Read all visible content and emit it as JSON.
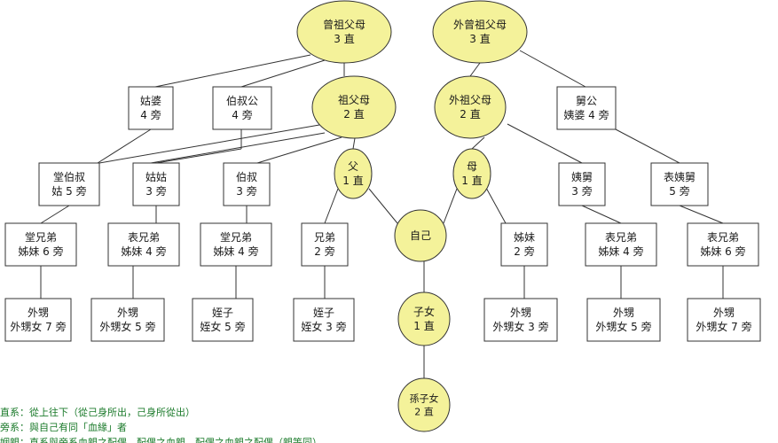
{
  "circles": [
    {
      "id": "great-grandparents",
      "lines": [
        "曾祖父母",
        "3 直"
      ]
    },
    {
      "id": "maternal-great-grandparents",
      "lines": [
        "外曾祖父母",
        "3 直"
      ]
    },
    {
      "id": "grandparents",
      "lines": [
        "祖父母",
        "2 直"
      ]
    },
    {
      "id": "maternal-grandparents",
      "lines": [
        "外祖父母",
        "2 直"
      ]
    },
    {
      "id": "father",
      "lines": [
        "父",
        "1 直"
      ]
    },
    {
      "id": "mother",
      "lines": [
        "母",
        "1 直"
      ]
    },
    {
      "id": "self",
      "lines": [
        "自己"
      ]
    },
    {
      "id": "children",
      "lines": [
        "子女",
        "1 直"
      ]
    },
    {
      "id": "grandchildren",
      "lines": [
        "孫子女",
        "2 直"
      ]
    }
  ],
  "boxes": [
    {
      "id": "grand-aunt-paternal",
      "lines": [
        "姑婆",
        "4 旁"
      ]
    },
    {
      "id": "grand-uncle-paternal",
      "lines": [
        "伯叔公",
        "4 旁"
      ]
    },
    {
      "id": "great-uncle-mother-side",
      "lines": [
        "舅公",
        "姨婆 4 旁"
      ]
    },
    {
      "id": "father-cousins",
      "lines": [
        "堂伯叔",
        "姑 5 旁"
      ]
    },
    {
      "id": "aunt-paternal",
      "lines": [
        "姑姑",
        "3 旁"
      ]
    },
    {
      "id": "uncle-paternal",
      "lines": [
        "伯叔",
        "3 旁"
      ]
    },
    {
      "id": "aunt-uncle-maternal",
      "lines": [
        "姨舅",
        "3 旁"
      ]
    },
    {
      "id": "mother-cousins",
      "lines": [
        "表姨舅",
        "5 旁"
      ]
    },
    {
      "id": "second-cousins-paternal",
      "lines": [
        "堂兄弟",
        "姊妹 6 旁"
      ]
    },
    {
      "id": "cousins-via-aunt",
      "lines": [
        "表兄弟",
        "姊妹 4 旁"
      ]
    },
    {
      "id": "cousins-via-uncle",
      "lines": [
        "堂兄弟",
        "姊妹 4 旁"
      ]
    },
    {
      "id": "brothers",
      "lines": [
        "兄弟",
        "2 旁"
      ]
    },
    {
      "id": "sisters",
      "lines": [
        "姊妹",
        "2 旁"
      ]
    },
    {
      "id": "cousins-via-maternal",
      "lines": [
        "表兄弟",
        "姊妹 4 旁"
      ]
    },
    {
      "id": "second-cousins-maternal",
      "lines": [
        "表兄弟",
        "姊妹 6 旁"
      ]
    },
    {
      "id": "nephew-niece-7-left",
      "lines": [
        "外甥",
        "外甥女 7 旁"
      ]
    },
    {
      "id": "nephew-niece-5-left",
      "lines": [
        "外甥",
        "外甥女 5 旁"
      ]
    },
    {
      "id": "nephew-niece-5-mid",
      "lines": [
        "姪子",
        "姪女 5 旁"
      ]
    },
    {
      "id": "nephew-niece-3-brother",
      "lines": [
        "姪子",
        "姪女 3 旁"
      ]
    },
    {
      "id": "nephew-niece-3-sister",
      "lines": [
        "外甥",
        "外甥女 3 旁"
      ]
    },
    {
      "id": "nephew-niece-5-right",
      "lines": [
        "外甥",
        "外甥女 5 旁"
      ]
    },
    {
      "id": "nephew-niece-7-right",
      "lines": [
        "外甥",
        "外甥女 7 旁"
      ]
    }
  ],
  "legend": [
    "直系：從上往下（從己身所出，己身所從出）",
    "旁系：與自己有同「血緣」者",
    "姻親：直系與旁系血親之配偶、配偶之血親、配偶之血親之配偶（親等同）"
  ],
  "colors": {
    "circle_fill": "#f4f29a",
    "stroke": "#333333",
    "text": "#1a1a1a",
    "legend_text": "#1a7a2a"
  }
}
